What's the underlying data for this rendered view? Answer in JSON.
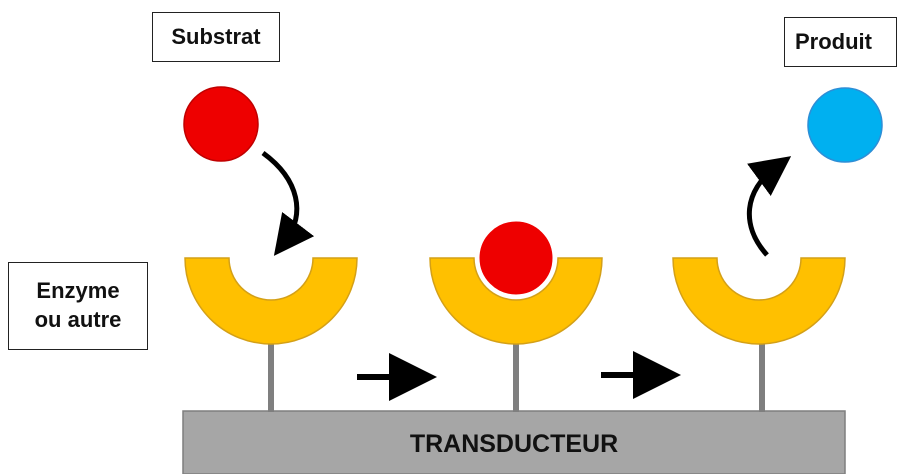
{
  "labels": {
    "substrat": "Substrat",
    "produit": "Produit",
    "enzyme_line1": "Enzyme",
    "enzyme_line2": "ou autre",
    "transducteur": "TRANSDUCTEUR"
  },
  "colors": {
    "substrate": "#ee0000",
    "product": "#00b0f0",
    "enzyme": "#ffc000",
    "enzyme_stroke": "#d4a017",
    "transducer": "#a6a6a6",
    "stem": "#7f7f7f",
    "arrow": "#000000"
  },
  "stages": [
    {
      "name": "enzyme-free",
      "has_substrate": false
    },
    {
      "name": "enzyme-substrate-complex",
      "has_substrate": true
    },
    {
      "name": "enzyme-released",
      "has_substrate": false
    }
  ]
}
